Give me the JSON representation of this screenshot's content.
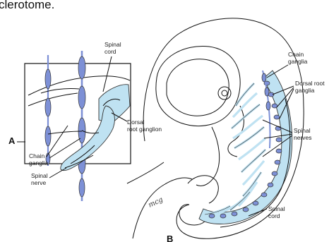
{
  "top_text": "clerotome.",
  "panel_a": {
    "letter": "A",
    "labels": {
      "spinal_cord_l1": "Spinal",
      "spinal_cord_l2": "cord",
      "drg_l1": "Dorsal",
      "drg_l2": "root ganglion",
      "chain_l1": "Chain",
      "chain_l2": "ganglia",
      "nerve_l1": "Spinal",
      "nerve_l2": "nerve"
    }
  },
  "panel_b": {
    "letter": "B",
    "labels": {
      "chain_l1": "Chain",
      "chain_l2": "ganglia",
      "drg_l1": "Dorsal root",
      "drg_l2": "ganglia",
      "nerves_l1": "Spinal",
      "nerves_l2": "nerves",
      "cord_l1": "Spinal",
      "cord_l2": "cord"
    },
    "signature": "mcg"
  },
  "colors": {
    "tissue": "#bfe2f2",
    "ganglia": "#7d90d6",
    "outline": "#333333"
  }
}
